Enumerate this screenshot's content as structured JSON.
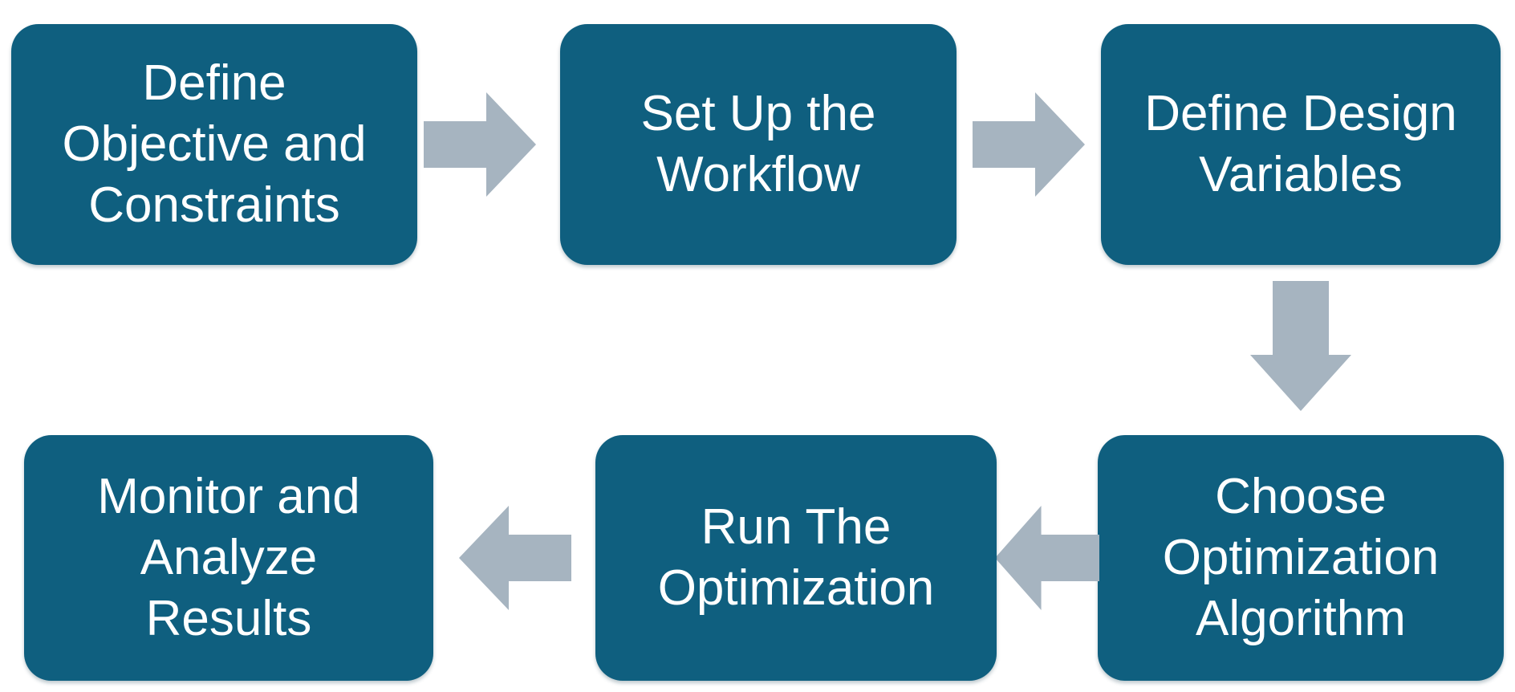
{
  "diagram": {
    "type": "flowchart",
    "colors": {
      "box": "#0F5F7F",
      "arrow": "#A6B4C0",
      "text": "#FFFFFF",
      "background": "#FFFFFF"
    },
    "steps": [
      {
        "id": 1,
        "label": "Define Objective and Constraints",
        "lines": [
          "Define",
          "Objective and",
          "Constraints"
        ]
      },
      {
        "id": 2,
        "label": "Set Up the Workflow",
        "lines": [
          "Set Up the",
          "Workflow"
        ]
      },
      {
        "id": 3,
        "label": "Define Design Variables",
        "lines": [
          "Define Design",
          "Variables"
        ]
      },
      {
        "id": 4,
        "label": "Choose Optimization Algorithm",
        "lines": [
          "Choose",
          "Optimization",
          "Algorithm"
        ]
      },
      {
        "id": 5,
        "label": "Run The Optimization",
        "lines": [
          "Run The",
          "Optimization"
        ]
      },
      {
        "id": 6,
        "label": "Monitor and Analyze Results",
        "lines": [
          "Monitor and",
          "Analyze",
          "Results"
        ]
      }
    ],
    "connections": [
      {
        "from": 1,
        "to": 2,
        "direction": "right"
      },
      {
        "from": 2,
        "to": 3,
        "direction": "right"
      },
      {
        "from": 3,
        "to": 4,
        "direction": "down"
      },
      {
        "from": 4,
        "to": 5,
        "direction": "left"
      },
      {
        "from": 5,
        "to": 6,
        "direction": "left"
      }
    ]
  }
}
